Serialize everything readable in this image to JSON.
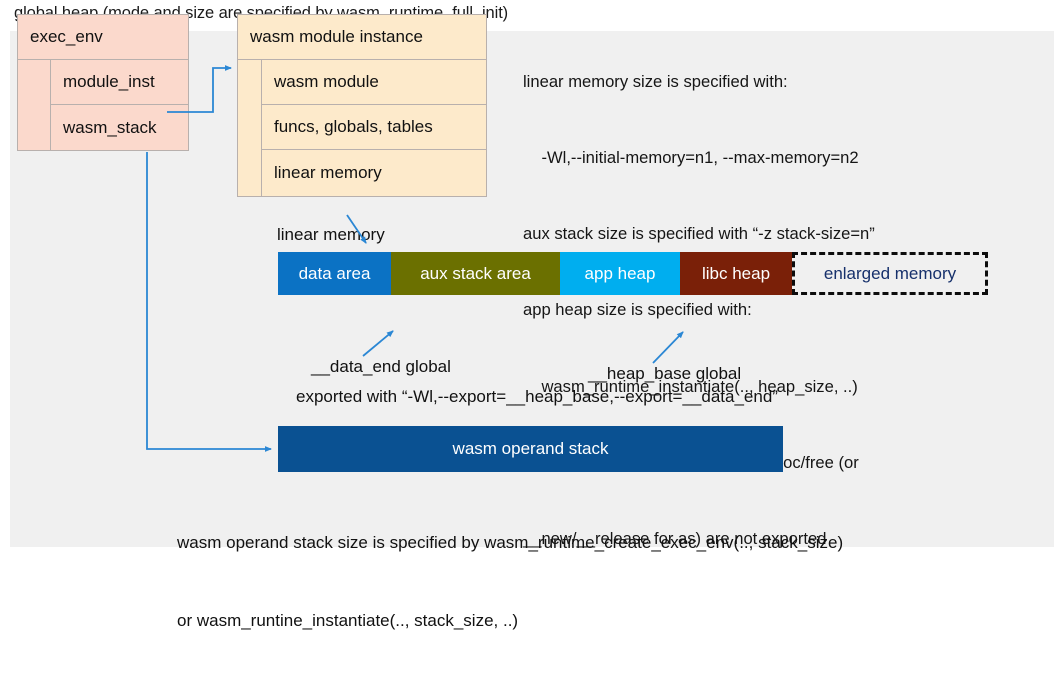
{
  "title": "global heap (mode and size are specified by wasm_runtime_full_init)",
  "colors": {
    "canvas_bg": "#f0f0f0",
    "exec_env_fill": "#fbd9cc",
    "module_instance_fill": "#fdeacb",
    "box_border": "#b8b0ad",
    "connector": "#2b87d4",
    "data_area": "#0b72c4",
    "aux_stack_area": "#6b7000",
    "app_heap": "#00aeef",
    "libc_heap": "#7a2008",
    "enlarged_memory_text": "#16306b",
    "operand_stack": "#0a5192"
  },
  "exec_env": {
    "header": "exec_env",
    "fields": [
      "module_inst",
      "wasm_stack"
    ]
  },
  "module_instance": {
    "header": "wasm module instance",
    "fields": [
      "wasm module",
      "funcs, globals, tables",
      "linear memory"
    ]
  },
  "notes": [
    "linear memory size is specified with:",
    "    -Wl,--initial-memory=n1, --max-memory=n2",
    "aux stack size is specified with “-z stack-size=n”",
    "app heap size is specified with:",
    "    wasm_runtime_instantiate(.., heap_size, ..)",
    "app heap is created only when malloc/free (or",
    "__new/__release for as) are not exported"
  ],
  "linear_memory": {
    "label": "linear memory",
    "segments": [
      {
        "label": "data area",
        "color": "#0b72c4",
        "width": 113
      },
      {
        "label": "aux stack area",
        "color": "#6b7000",
        "width": 169
      },
      {
        "label": "app heap",
        "color": "#00aeef",
        "width": 120
      },
      {
        "label": "libc heap",
        "color": "#7a2008",
        "width": 112
      },
      {
        "label": "enlarged memory",
        "color": "#f0f0f0",
        "width": 196
      }
    ]
  },
  "annotations": {
    "data_end": "__data_end global",
    "heap_base": "__heap_base global",
    "exported": "exported with “-Wl,--export=__heap_base,--export=__data_end”"
  },
  "operand_stack": {
    "label": "wasm operand stack",
    "notes": [
      "wasm operand stack size is specified by wasm_runtime_create_exec_env(.., stack_size)",
      "or wasm_runtine_instantiate(.., stack_size, ..)"
    ]
  }
}
